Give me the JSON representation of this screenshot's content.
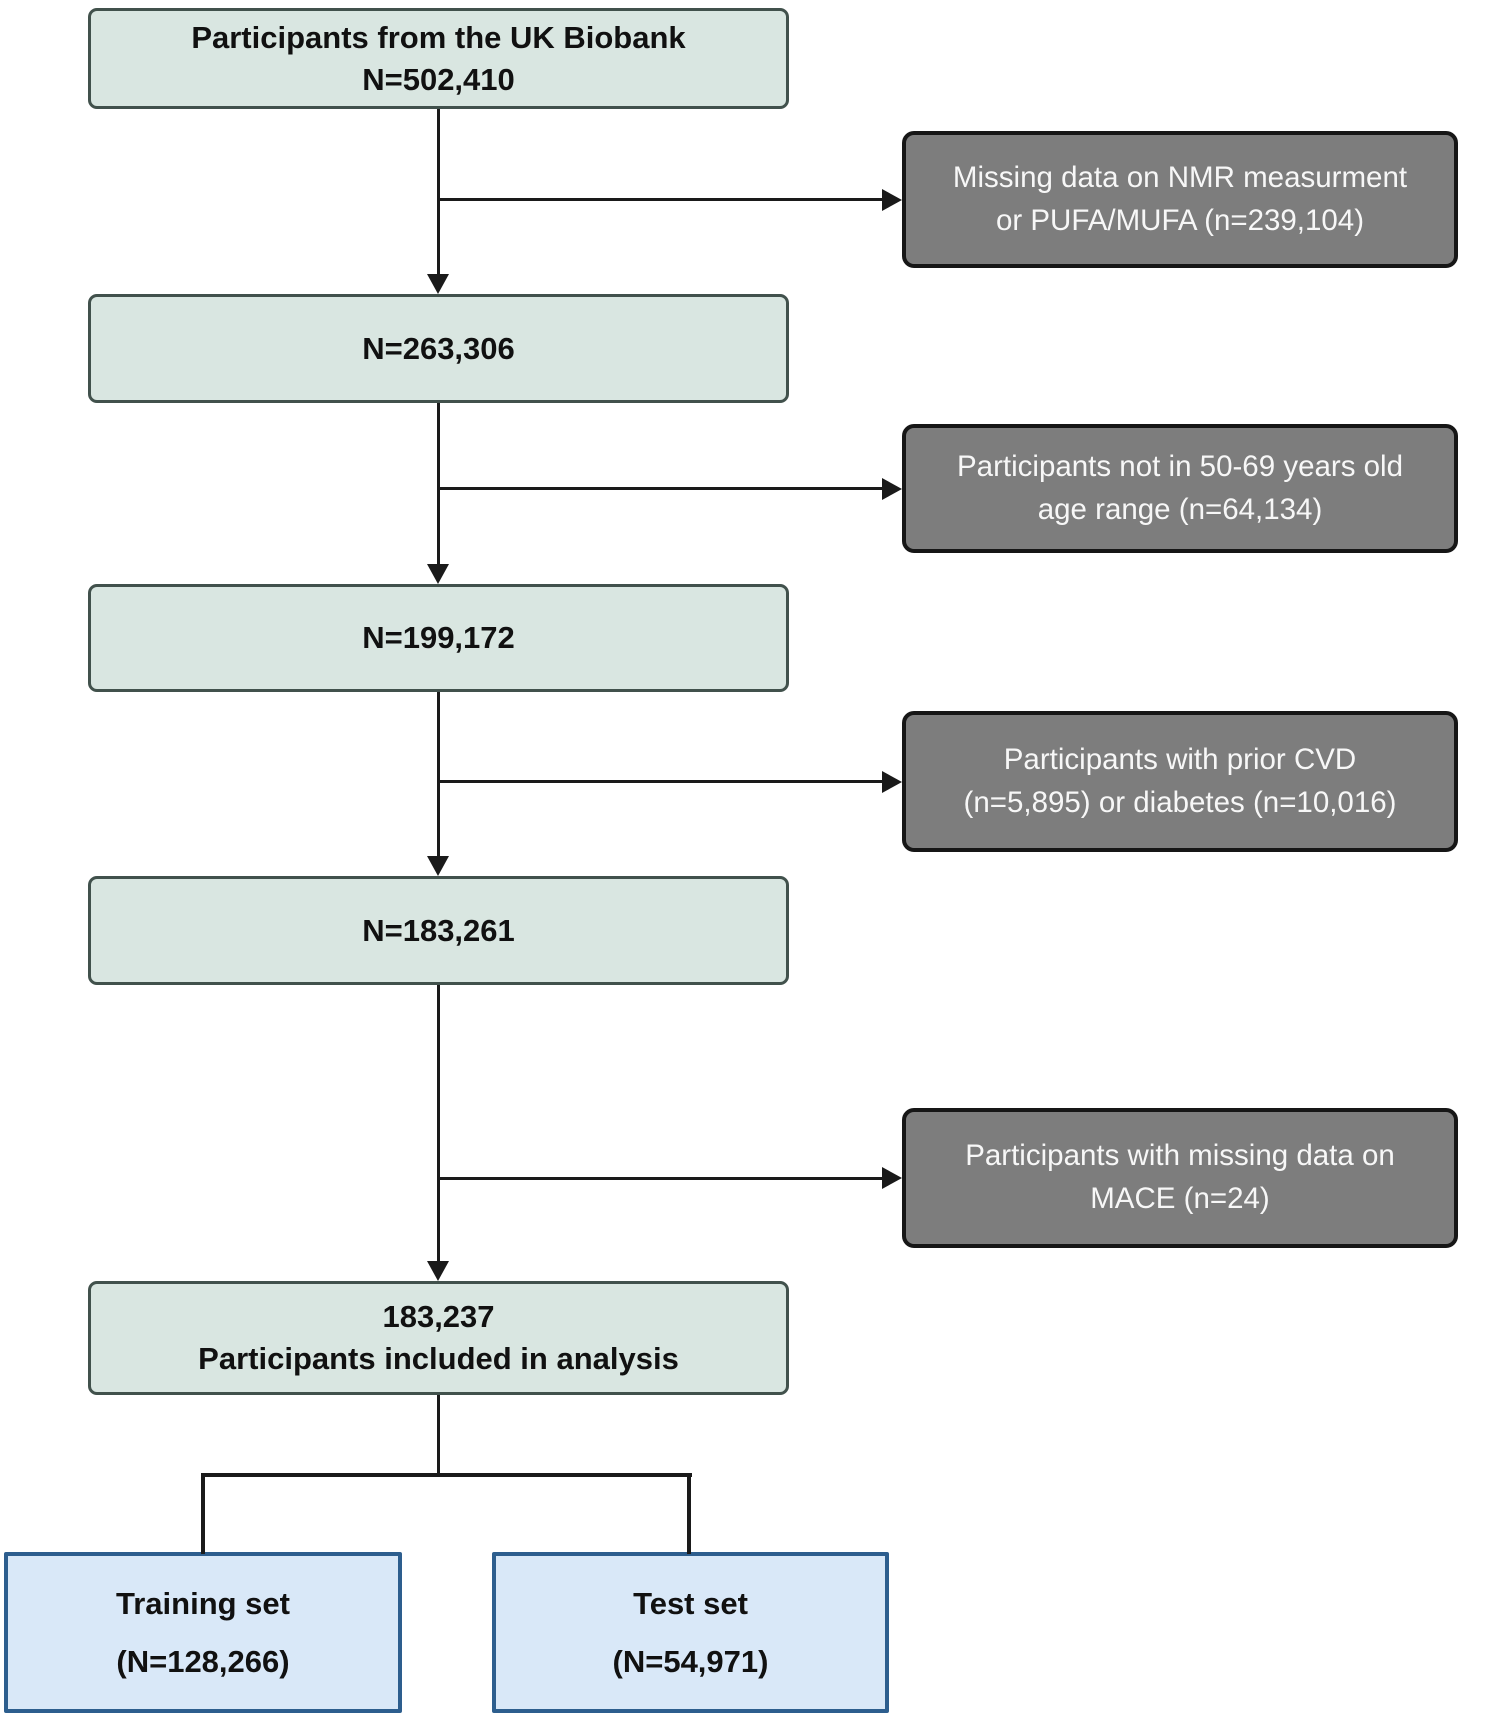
{
  "colors": {
    "box_fill": "#d9e6e1",
    "box_border": "#41514c",
    "excl_fill": "#7d7d7d",
    "excl_border": "#161616",
    "excl_text": "#f7f7f7",
    "split_fill": "#d9e8f8",
    "split_border": "#2d5e8e",
    "arrow": "#1a1a1a",
    "text": "#111111"
  },
  "flow": {
    "source": {
      "line1": "Participants from the UK Biobank",
      "line2": "N=502,410"
    },
    "after_nmr": {
      "line1": "N=263,306"
    },
    "after_age": {
      "line1": "N=199,172"
    },
    "after_cvd": {
      "line1": "N=183,261"
    },
    "included": {
      "line1": "183,237",
      "line2": "Participants included in analysis"
    }
  },
  "exclusions": {
    "nmr": {
      "line1": "Missing data on NMR measurment",
      "line2": "or PUFA/MUFA (n=239,104)"
    },
    "age": {
      "line1": "Participants not in 50-69 years old",
      "line2": "age range (n=64,134)"
    },
    "cvd": {
      "line1": "Participants with prior CVD",
      "line2": "(n=5,895) or diabetes (n=10,016)"
    },
    "mace": {
      "line1": "Participants with missing data on",
      "line2": "MACE (n=24)"
    }
  },
  "split": {
    "training": {
      "line1": "Training set",
      "line2": "(N=128,266)"
    },
    "test": {
      "line1": "Test set",
      "line2": "(N=54,971)"
    }
  }
}
